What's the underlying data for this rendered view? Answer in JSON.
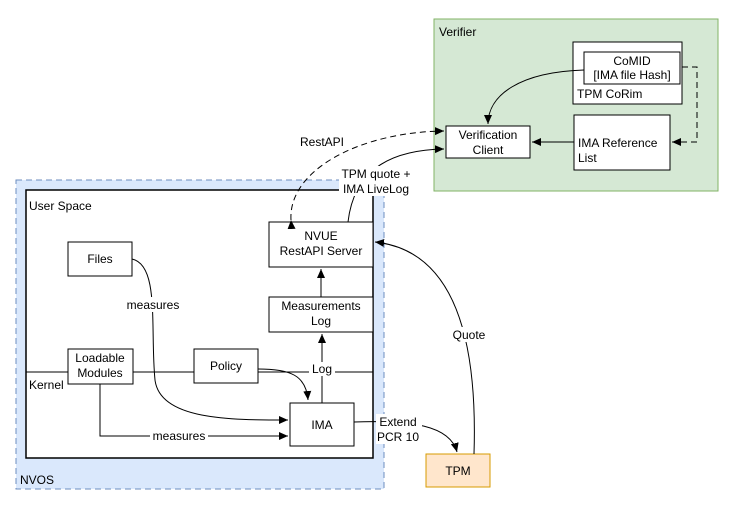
{
  "verifier": {
    "title": "Verifier",
    "comid_line1": "CoMID",
    "comid_line2": "[IMA file Hash]",
    "corim_label": "TPM CoRim",
    "client_line1": "Verification",
    "client_line2": "Client",
    "ref_line1": "IMA Reference",
    "ref_line2": "List"
  },
  "nvos": {
    "title": "NVOS",
    "user_space": "User Space",
    "kernel": "Kernel",
    "files": "Files",
    "server_line1": "NVUE",
    "server_line2": "RestAPI Server",
    "mlog_line1": "Measurements",
    "mlog_line2": "Log",
    "modules_line1": "Loadable",
    "modules_line2": "Modules",
    "policy": "Policy",
    "ima": "IMA"
  },
  "tpm": {
    "label": "TPM"
  },
  "edges": {
    "restapi": "RestAPI",
    "tpm_quote_line1": "TPM quote +",
    "tpm_quote_line2": "IMA LiveLog",
    "measures_files": "measures",
    "measures_modules": "measures",
    "log": "Log",
    "extend_line1": "Extend",
    "extend_line2": "PCR 10",
    "quote": "Quote"
  },
  "colors": {
    "verifier_fill": "#d5e8d4",
    "verifier_stroke": "#82b366",
    "nvos_fill": "#dae8fc",
    "nvos_stroke": "#6c8ebf",
    "tpm_fill": "#ffe6cc",
    "tpm_stroke": "#d79b00"
  }
}
